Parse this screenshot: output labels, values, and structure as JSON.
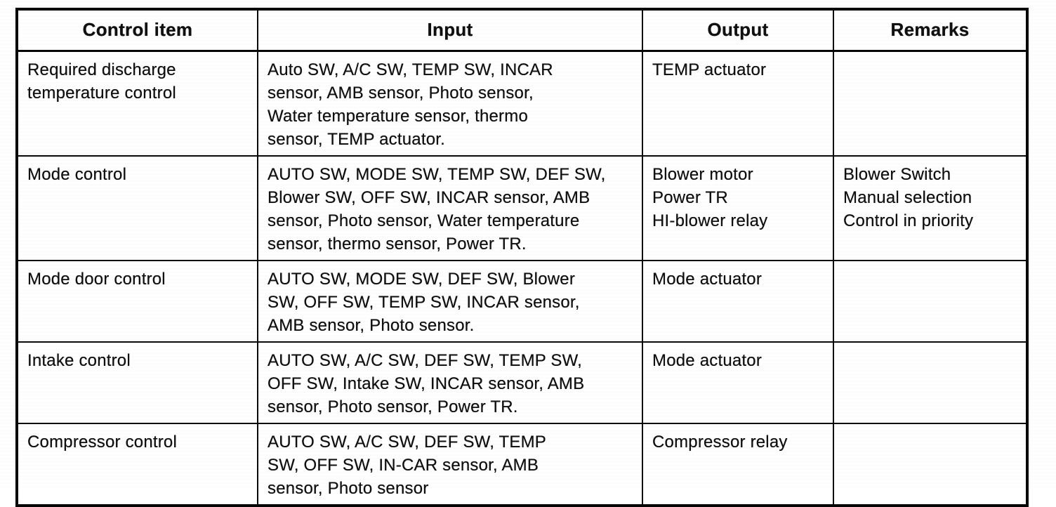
{
  "document": {
    "kind": "scanned-manual-table",
    "background_color": "#ffffff",
    "ink_color": "#101010"
  },
  "table": {
    "headers": [
      "Control item",
      "Input",
      "Output",
      "Remarks"
    ],
    "rows": [
      {
        "control_item": [
          "Required discharge",
          "temperature control"
        ],
        "input": [
          "Auto SW, A/C SW, TEMP SW, INCAR",
          "sensor, AMB sensor, Photo sensor,",
          "Water temperature sensor, thermo",
          "sensor, TEMP actuator."
        ],
        "output": [
          "TEMP actuator"
        ],
        "remarks": []
      },
      {
        "control_item": [
          "Mode control"
        ],
        "input": [
          "AUTO SW, MODE SW, TEMP SW, DEF SW,",
          "Blower SW, OFF SW, INCAR sensor, AMB",
          "sensor, Photo sensor, Water temperature",
          "sensor, thermo sensor, Power TR."
        ],
        "output": [
          "Blower motor",
          "Power TR",
          "HI-blower relay"
        ],
        "remarks": [
          "Blower Switch",
          "Manual selection",
          "Control in priority"
        ]
      },
      {
        "control_item": [
          "Mode door control"
        ],
        "input": [
          "AUTO SW, MODE SW, DEF SW, Blower",
          "SW, OFF SW, TEMP SW, INCAR sensor,",
          "AMB sensor, Photo sensor."
        ],
        "output": [
          "Mode actuator"
        ],
        "remarks": []
      },
      {
        "control_item": [
          "Intake control"
        ],
        "input": [
          "AUTO SW, A/C SW, DEF SW, TEMP SW,",
          "OFF SW, Intake SW, INCAR sensor, AMB",
          "sensor, Photo sensor, Power TR."
        ],
        "output": [
          "Mode actuator"
        ],
        "remarks": []
      },
      {
        "control_item": [
          "Compressor control"
        ],
        "input": [
          "AUTO SW, A/C SW, DEF SW, TEMP",
          "SW, OFF SW, IN-CAR sensor, AMB",
          "sensor, Photo sensor"
        ],
        "output": [
          "Compressor relay"
        ],
        "remarks": []
      }
    ]
  }
}
